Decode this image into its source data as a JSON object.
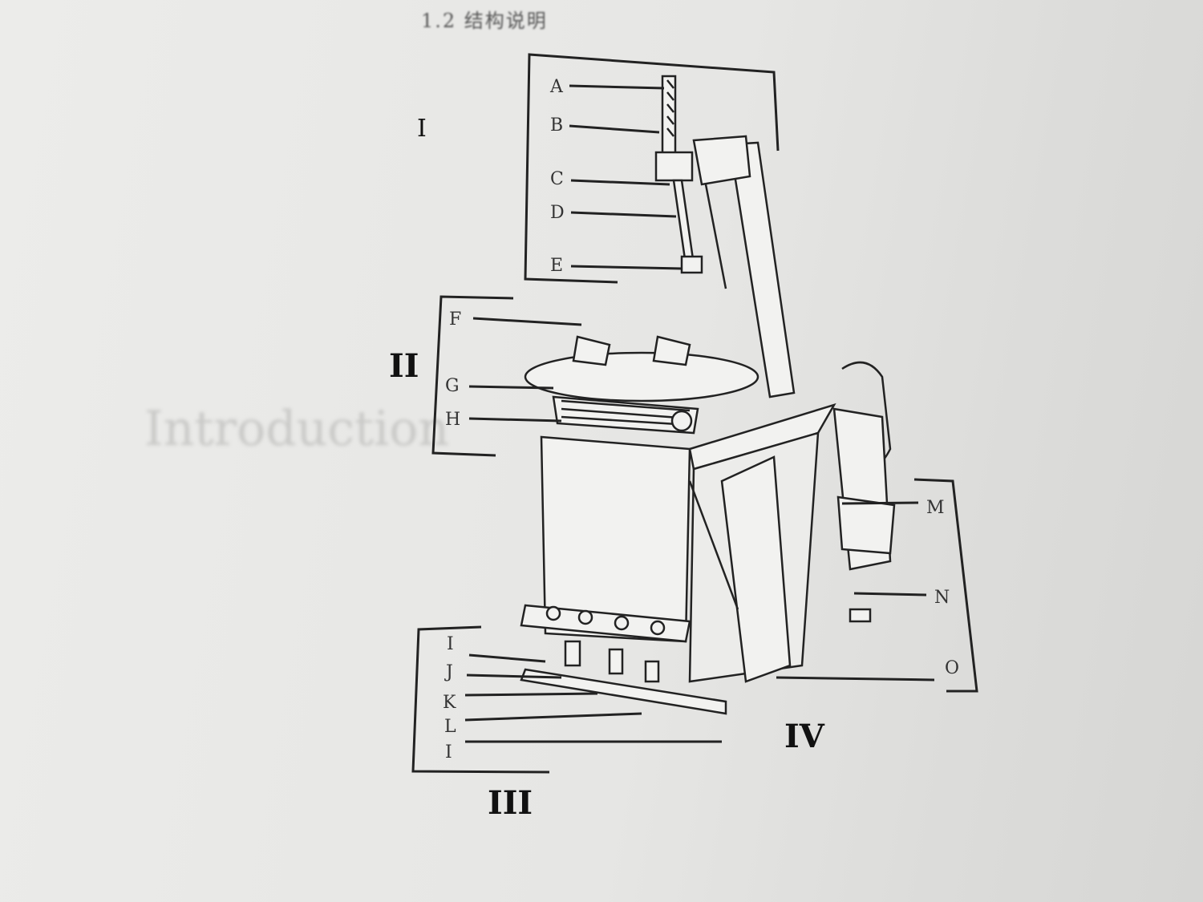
{
  "heading": "1.2 结构说明",
  "ghost_text": [
    "Introduction"
  ],
  "groups": [
    "I",
    "II",
    "III",
    "IV"
  ],
  "labels": {
    "A": "A",
    "B": "B",
    "C": "C",
    "D": "D",
    "E": "E",
    "F": "F",
    "G": "G",
    "H": "H",
    "I": "I",
    "J": "J",
    "K": "K",
    "L": "L",
    "I2": "I",
    "M": "M",
    "N": "N",
    "O": "O"
  }
}
